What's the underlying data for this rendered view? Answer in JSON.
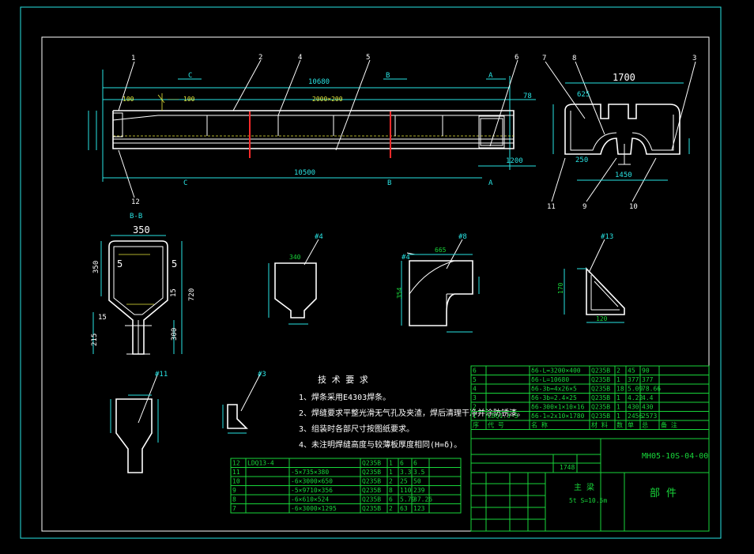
{
  "drawing": {
    "main_dims": {
      "overall_top": "10680",
      "overall_bottom": "10500",
      "end_width": "1200",
      "height_right": "78",
      "section_c": "C",
      "section_b": "B",
      "section_a": "A",
      "section_c_bottom": "C",
      "section_b_bottom": "B",
      "section_a_bottom": "A"
    },
    "callouts": [
      "1",
      "2",
      "4",
      "5",
      "6",
      "7",
      "8",
      "3",
      "12",
      "11",
      "9",
      "10"
    ],
    "end_view": {
      "width": "1700",
      "dim_625": "625",
      "dim_1450": "1450",
      "dim_250": "250"
    },
    "section_bb": {
      "title": "B-B",
      "width": "350",
      "dim_5a": "5",
      "dim_5b": "5",
      "dim_350": "350",
      "dim_720": "720",
      "dim_15a": "15",
      "dim_15b": "15",
      "dim_215": "215",
      "dim_300": "300"
    },
    "detail_labels": [
      "#4",
      "#8",
      "#13",
      "#11",
      "#3"
    ],
    "detail_dims": {
      "d1_top": "340",
      "d2_top": "665",
      "d2_left": "354",
      "d3_left": "170",
      "d3_bottom": "120"
    },
    "tech_title": "技 术 要 求",
    "tech_notes": [
      "1、焊条采用E4303焊条。",
      "2、焊缝要求平整光滑无气孔及夹渣，焊后清理干净并涂防锈漆。",
      "3、组装时各部尺寸按图纸要求。",
      "4、未注明焊缝高度与较薄板厚度相同(H=δ)。"
    ]
  },
  "title_block": {
    "drawing_no": "MH05-10S-04-00",
    "part_name": "主 梁",
    "part_spec": "5t S=10.5m",
    "drawing_type": "部 件",
    "weight": "1748",
    "rows_top": [
      [
        "6",
        "",
        "δ6-L=3200×400",
        "Q235B",
        "2",
        "45",
        "90",
        ""
      ],
      [
        "5",
        "",
        "δ6-L=10680",
        "Q235B",
        "1",
        "377",
        "377",
        ""
      ],
      [
        "4",
        "",
        "δ6-3b=4x26×5",
        "Q235B",
        "18",
        "5.09",
        "78.66",
        ""
      ],
      [
        "3",
        "",
        "δ6-3b=2.4×25",
        "Q235B",
        "1",
        "4.22",
        "4.4",
        ""
      ],
      [
        "2",
        "",
        "δ6-300×1×10×16",
        "Q235B",
        "1",
        "430",
        "430",
        ""
      ],
      [
        "1",
        "LDQ1.3-5",
        "δ6-1=2x10×1780",
        "Q235B",
        "1",
        "2456",
        "2573",
        ""
      ]
    ],
    "header_top": [
      "序",
      "代 号",
      "名 称",
      "材 料",
      "数",
      "单",
      "总",
      "备 注"
    ],
    "rows_bottom": [
      [
        "12",
        "LDQ13-4",
        "",
        "Q235B",
        "1",
        "6",
        "6",
        ""
      ],
      [
        "11",
        "",
        "-5×735×380",
        "Q235B",
        "1",
        "3.3",
        "3.5",
        ""
      ],
      [
        "10",
        "",
        "-6×3000×650",
        "Q235B",
        "2",
        "25",
        "50",
        ""
      ],
      [
        "9",
        "",
        "-5×9710×356",
        "Q235B",
        "8",
        "110",
        "239",
        ""
      ],
      [
        "8",
        "",
        "-6×610×524",
        "Q235B",
        "6",
        "5.79",
        "37.26",
        ""
      ],
      [
        "7",
        "",
        "-6×3000×1295",
        "Q235B",
        "2",
        "63",
        "123",
        ""
      ]
    ]
  }
}
